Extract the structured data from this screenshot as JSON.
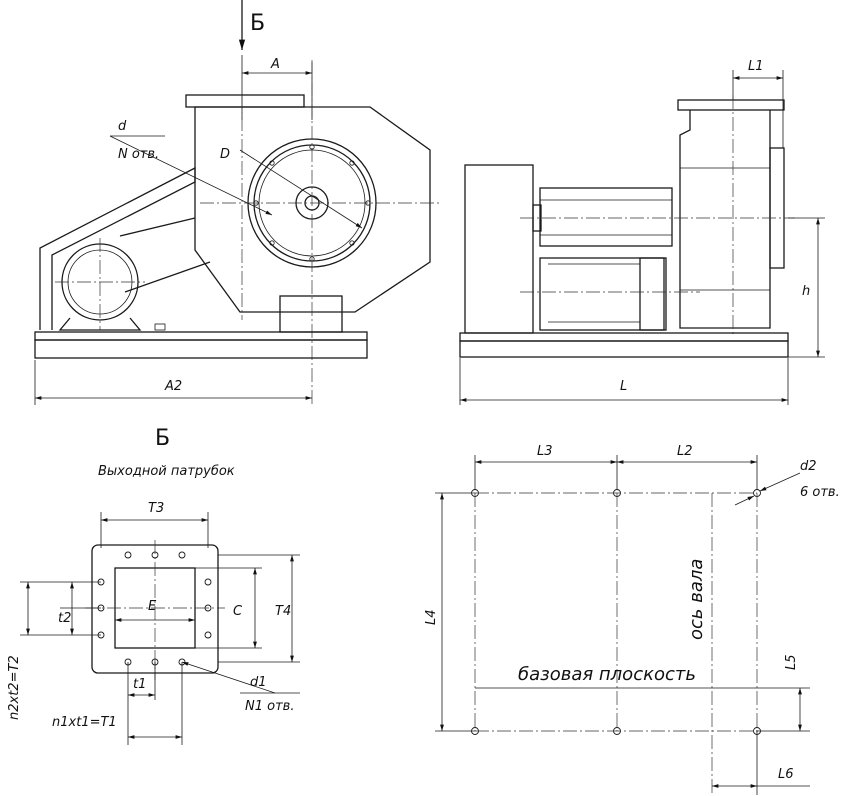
{
  "views": {
    "front": {
      "label_B_top": "Б",
      "dim_A": "A",
      "dim_A2": "A2",
      "label_d": "d",
      "label_N": "N отв.",
      "label_D": "D"
    },
    "side": {
      "dim_L1": "L1",
      "dim_h": "h",
      "dim_L": "L"
    },
    "outlet": {
      "title_B": "Б",
      "subtitle": "Выходной патрубок",
      "dim_T3": "T3",
      "dim_E": "E",
      "dim_C": "C",
      "dim_T4": "T4",
      "dim_t2": "t2",
      "dim_n2": "n2xt2=T2",
      "dim_t1": "t1",
      "dim_n1": "n1xt1=T1",
      "label_d1": "d1",
      "label_N1": "N1 отв."
    },
    "base": {
      "dim_L3": "L3",
      "dim_L2": "L2",
      "label_d2": "d2",
      "label_6": "6 отв.",
      "dim_L4": "L4",
      "dim_L5": "L5",
      "dim_L6": "L6",
      "shaft_axis": "ось вала",
      "base_plane": "базовая плоскость"
    }
  }
}
